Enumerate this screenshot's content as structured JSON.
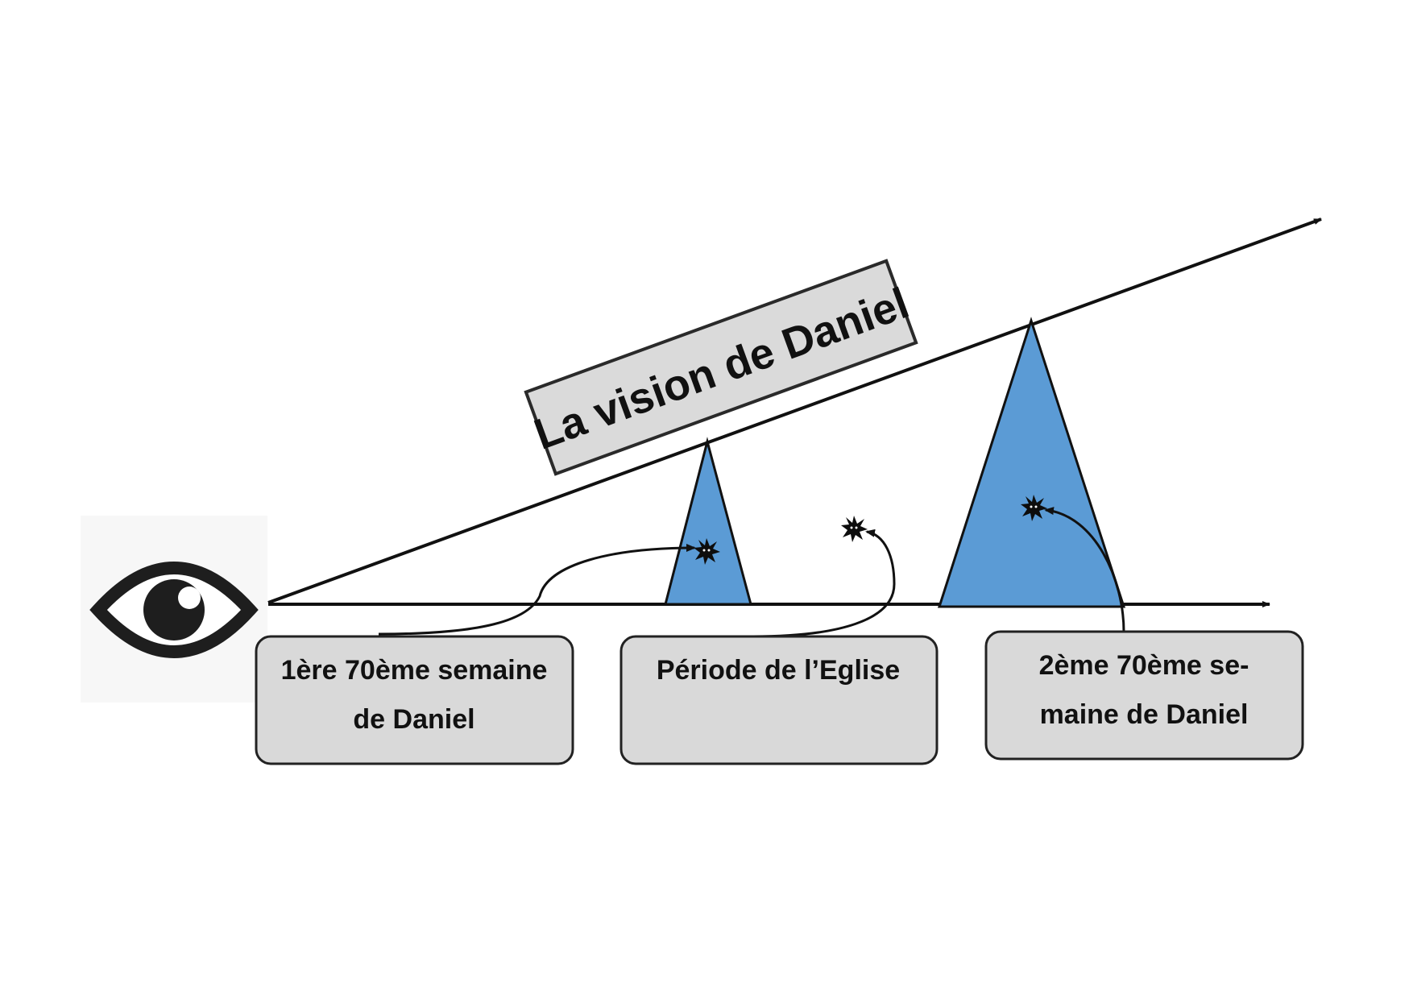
{
  "title": "La vision de Daniel",
  "boxes": [
    {
      "line1": "1ère 70ème semaine",
      "line2": "de Daniel"
    },
    {
      "line1": "Période de l’Eglise",
      "line2": ""
    },
    {
      "line1": "2ème 70ème se-",
      "line2": "maine de Daniel"
    }
  ],
  "icons": {
    "viewer": "eye-icon",
    "event": "spiky-star-icon"
  },
  "colors": {
    "triangle_fill": "#5b9bd5",
    "box_fill": "#d9d9d9",
    "line": "#111111"
  }
}
